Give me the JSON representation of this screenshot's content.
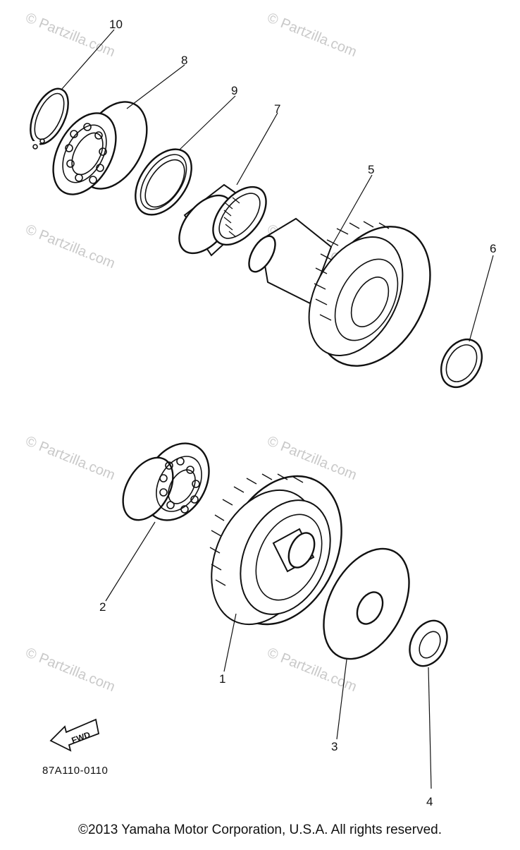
{
  "diagram": {
    "callouts": [
      {
        "id": "10",
        "label": "10"
      },
      {
        "id": "8",
        "label": "8"
      },
      {
        "id": "9",
        "label": "9"
      },
      {
        "id": "7",
        "label": "7"
      },
      {
        "id": "5",
        "label": "5"
      },
      {
        "id": "6",
        "label": "6"
      },
      {
        "id": "2",
        "label": "2"
      },
      {
        "id": "1",
        "label": "1"
      },
      {
        "id": "3",
        "label": "3"
      },
      {
        "id": "4",
        "label": "4"
      }
    ],
    "fwd_label": "FWD",
    "diagram_code": "87A110-0110",
    "watermark": "© Partzilla.com"
  },
  "footer": {
    "copyright": "©2013 Yamaha Motor Corporation, U.S.A. All rights reserved."
  }
}
